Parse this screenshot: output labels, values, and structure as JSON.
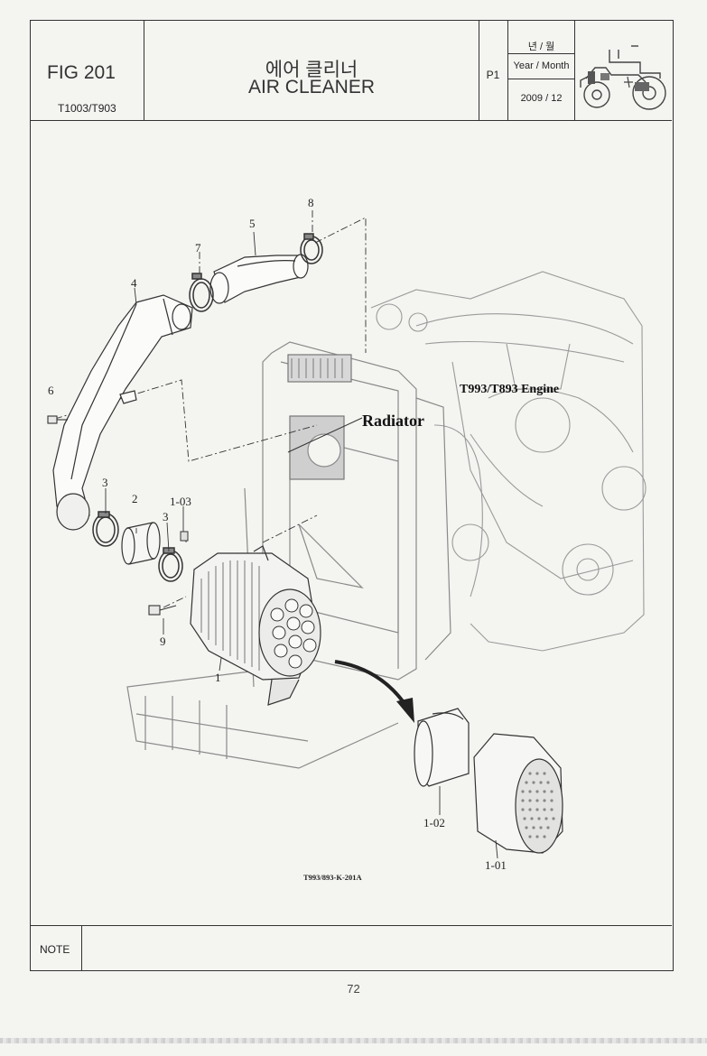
{
  "header": {
    "fig_code": "FIG 201",
    "model": "T1003/T903",
    "title_ko": "에어 클리너",
    "title_en": "AIR CLEANER",
    "page": "P1",
    "year_month_ko": "년 / 월",
    "year_month_en": "Year / Month",
    "date": "2009 / 12",
    "logo_icon": "tractor-icon"
  },
  "diagram": {
    "labels": {
      "engine": "T993/T893 Engine",
      "radiator": "Radiator"
    },
    "callouts": {
      "p1": "1",
      "p2": "2",
      "p3a": "3",
      "p3b": "3",
      "p4": "4",
      "p5": "5",
      "p6": "6",
      "p7": "7",
      "p8": "8",
      "p9": "9",
      "p1_01": "1-01",
      "p1_02": "1-02",
      "p1_03": "1-03"
    },
    "drawing_code": "T993/893-K-201A"
  },
  "footer": {
    "note_label": "NOTE",
    "page_number": "72"
  }
}
